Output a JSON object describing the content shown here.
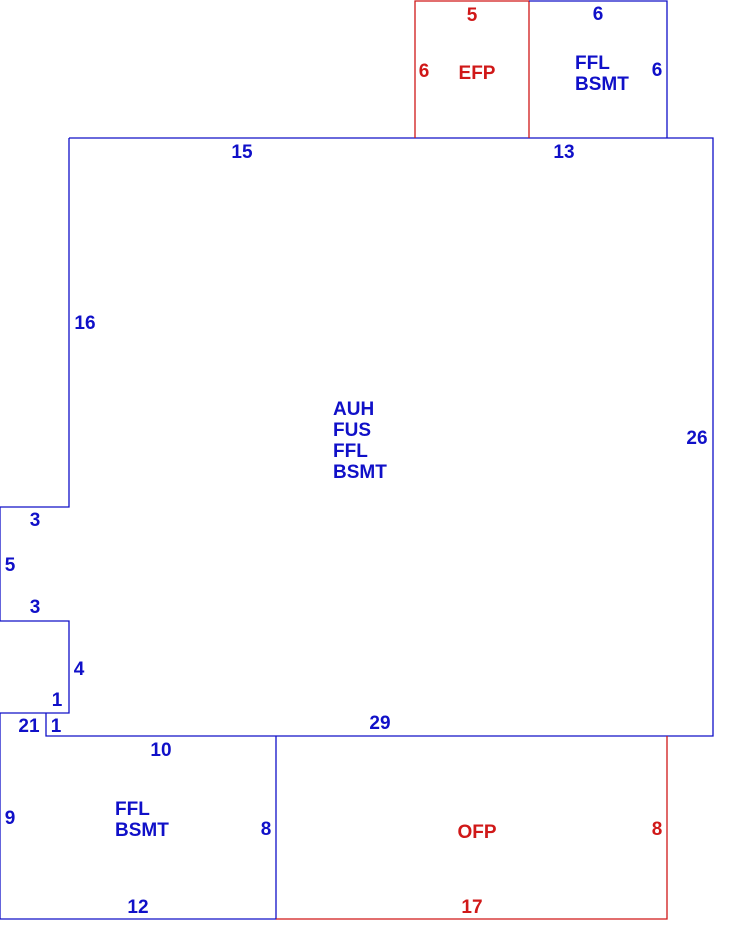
{
  "colors": {
    "main": "#1010c8",
    "porch": "#d01818"
  },
  "main_block": {
    "labels": [
      "AUH",
      "FUS",
      "FFL",
      "BSMT"
    ],
    "dims": {
      "top_left": "15",
      "top_right": "13",
      "left": "16",
      "right": "26",
      "bottom": "29"
    }
  },
  "left_bump": {
    "top": "3",
    "side": "5",
    "bottom": "3"
  },
  "left_step": {
    "vertical": "4",
    "small_a": "1",
    "small_b": "1",
    "small_c": "21"
  },
  "efp": {
    "label": "EFP",
    "top": "5",
    "left": "6"
  },
  "top_basement": {
    "labels": [
      "FFL",
      "BSMT"
    ],
    "top": "6",
    "right": "6"
  },
  "bottom_left_basement": {
    "labels": [
      "FFL",
      "BSMT"
    ],
    "top": "10",
    "left": "9",
    "right": "8",
    "bottom": "12"
  },
  "ofp": {
    "label": "OFP",
    "right": "8",
    "bottom": "17"
  }
}
